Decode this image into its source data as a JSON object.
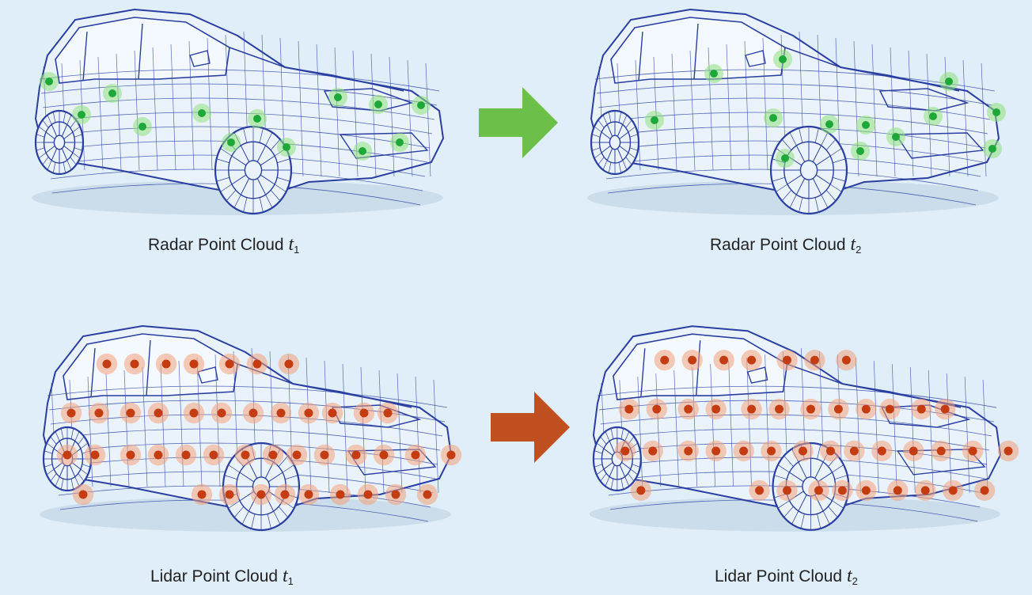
{
  "colors": {
    "background": "#dfeef9",
    "wire": "#2a3fa0",
    "radar_point": "#1fa83a",
    "radar_glow": "#8fe07a",
    "lidar_point": "#c43d12",
    "lidar_glow": "#f2a27a",
    "radar_arrow": "#6cc04a",
    "lidar_arrow": "#c0501f"
  },
  "panels": [
    {
      "id": "radar-t1",
      "sensor": "radar",
      "label_prefix": "Radar Point Cloud",
      "var": "t",
      "sub": "1"
    },
    {
      "id": "radar-t2",
      "sensor": "radar",
      "label_prefix": "Radar Point Cloud",
      "var": "t",
      "sub": "2"
    },
    {
      "id": "lidar-t1",
      "sensor": "lidar",
      "label_prefix": "Lidar Point Cloud",
      "var": "t",
      "sub": "1"
    },
    {
      "id": "lidar-t2",
      "sensor": "lidar",
      "label_prefix": "Lidar Point Cloud",
      "var": "t",
      "sub": "2"
    }
  ],
  "icons": {
    "radar_arrow": "right-arrow-icon",
    "lidar_arrow": "right-arrow-icon",
    "car": "wireframe-car-icon"
  }
}
